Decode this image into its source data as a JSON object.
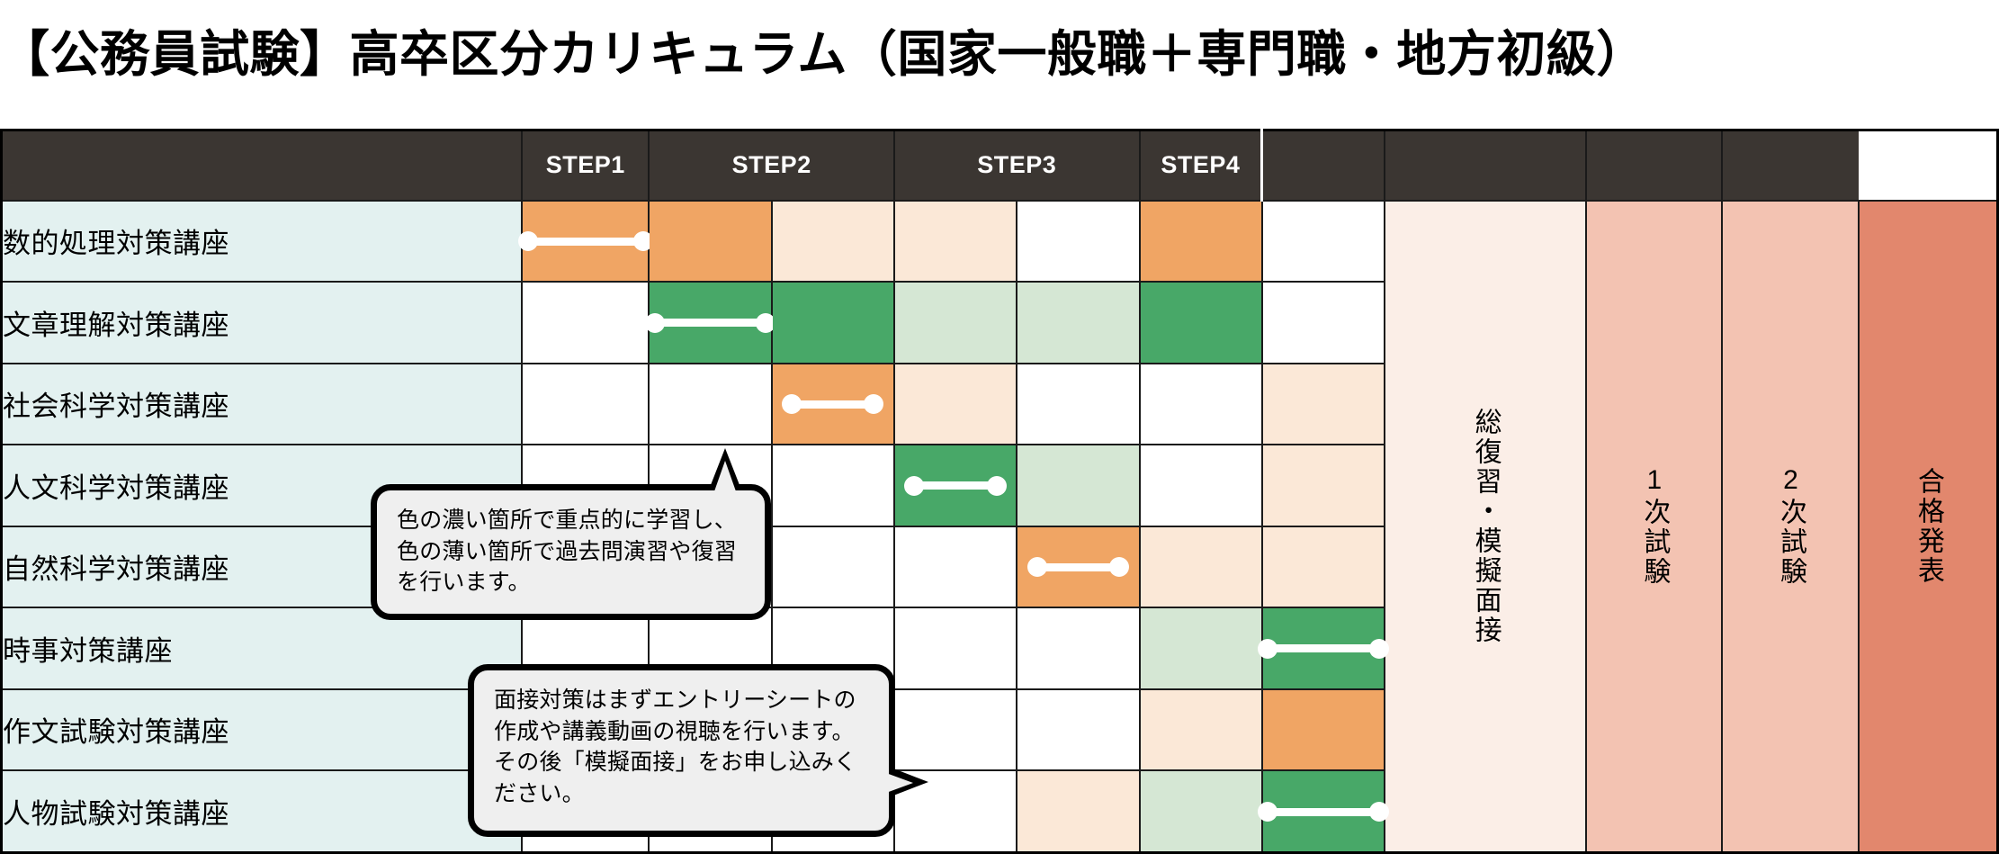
{
  "page": {
    "title": "【公務員試験】高卒区分カリキュラム（国家一般職＋専門職・地方初級）"
  },
  "colors": {
    "header_bg": "#3b3632",
    "row_label_bg": "#e3f1f0",
    "orange_strong": "#f0a564",
    "orange_light": "#fbe8d7",
    "green_strong": "#48a868",
    "green_light": "#d5e7d4",
    "side_review_bg": "#fbeee7",
    "side_exam_bg": "#f3c3b2",
    "side_result_bg": "#e2876d",
    "callout_bg": "#efefef",
    "grid_line": "#1a1a1a"
  },
  "table": {
    "header": {
      "corner_label": "",
      "steps": [
        "STEP1",
        "STEP2",
        "STEP3",
        "STEP4"
      ],
      "blank_headers": [
        "",
        "",
        ""
      ]
    },
    "rows": [
      {
        "label": "数的処理対策講座",
        "cells": [
          {
            "fill": "orange",
            "bar": "wide"
          },
          {
            "fill": "orange",
            "bar": "none"
          },
          {
            "fill": "orangelite",
            "bar": "none"
          },
          {
            "fill": "orangelite",
            "bar": "none"
          },
          {
            "fill": "none",
            "bar": "none"
          },
          {
            "fill": "orange",
            "bar": "none"
          },
          {
            "fill": "none",
            "bar": "none"
          }
        ]
      },
      {
        "label": "文章理解対策講座",
        "cells": [
          {
            "fill": "none",
            "bar": "none"
          },
          {
            "fill": "green",
            "bar": "wide"
          },
          {
            "fill": "green",
            "bar": "none"
          },
          {
            "fill": "greenlite",
            "bar": "none"
          },
          {
            "fill": "greenlite",
            "bar": "none"
          },
          {
            "fill": "green",
            "bar": "none"
          },
          {
            "fill": "none",
            "bar": "none"
          }
        ]
      },
      {
        "label": "社会科学対策講座",
        "cells": [
          {
            "fill": "none",
            "bar": "none"
          },
          {
            "fill": "none",
            "bar": "none"
          },
          {
            "fill": "orange",
            "bar": "narrow"
          },
          {
            "fill": "orangelite",
            "bar": "none"
          },
          {
            "fill": "none",
            "bar": "none"
          },
          {
            "fill": "none",
            "bar": "none"
          },
          {
            "fill": "orangelite",
            "bar": "none"
          }
        ]
      },
      {
        "label": "人文科学対策講座",
        "cells": [
          {
            "fill": "none",
            "bar": "none"
          },
          {
            "fill": "none",
            "bar": "none"
          },
          {
            "fill": "none",
            "bar": "none"
          },
          {
            "fill": "green",
            "bar": "narrow"
          },
          {
            "fill": "greenlite",
            "bar": "none"
          },
          {
            "fill": "none",
            "bar": "none"
          },
          {
            "fill": "orangelite",
            "bar": "none"
          }
        ]
      },
      {
        "label": "自然科学対策講座",
        "cells": [
          {
            "fill": "none",
            "bar": "none"
          },
          {
            "fill": "none",
            "bar": "none"
          },
          {
            "fill": "none",
            "bar": "none"
          },
          {
            "fill": "none",
            "bar": "none"
          },
          {
            "fill": "orange",
            "bar": "narrow"
          },
          {
            "fill": "orangelite",
            "bar": "none"
          },
          {
            "fill": "orangelite",
            "bar": "none"
          }
        ]
      },
      {
        "label": "時事対策講座",
        "cells": [
          {
            "fill": "none",
            "bar": "none"
          },
          {
            "fill": "none",
            "bar": "none"
          },
          {
            "fill": "none",
            "bar": "none"
          },
          {
            "fill": "none",
            "bar": "none"
          },
          {
            "fill": "none",
            "bar": "none"
          },
          {
            "fill": "greenlite",
            "bar": "none"
          },
          {
            "fill": "green",
            "bar": "wide"
          }
        ]
      },
      {
        "label": "作文試験対策講座",
        "cells": [
          {
            "fill": "none",
            "bar": "none"
          },
          {
            "fill": "none",
            "bar": "none"
          },
          {
            "fill": "none",
            "bar": "none"
          },
          {
            "fill": "none",
            "bar": "none"
          },
          {
            "fill": "none",
            "bar": "none"
          },
          {
            "fill": "orangelite",
            "bar": "none"
          },
          {
            "fill": "orange",
            "bar": "none"
          }
        ]
      },
      {
        "label": "人物試験対策講座",
        "cells": [
          {
            "fill": "none",
            "bar": "none"
          },
          {
            "fill": "none",
            "bar": "none"
          },
          {
            "fill": "none",
            "bar": "none"
          },
          {
            "fill": "none",
            "bar": "none"
          },
          {
            "fill": "orangelite",
            "bar": "none"
          },
          {
            "fill": "greenlite",
            "bar": "none"
          },
          {
            "fill": "green",
            "bar": "wide"
          }
        ]
      }
    ],
    "side_columns": [
      {
        "label": "総復習・模擬面接",
        "style": "side-soukan"
      },
      {
        "label": "1次試験",
        "style": "side-exam"
      },
      {
        "label": "2次試験",
        "style": "side-exam"
      },
      {
        "label": "合格発表",
        "style": "side-pass"
      }
    ]
  },
  "callouts": [
    {
      "id": "callout-1",
      "text": "色の濃い箇所で重点的に学習し、色の薄い箇所で過去問演習や復習を行います。"
    },
    {
      "id": "callout-2",
      "text": "面接対策はまずエントリーシートの作成や講義動画の視聴を行います。その後「模擬面接」をお申し込みください。"
    }
  ]
}
